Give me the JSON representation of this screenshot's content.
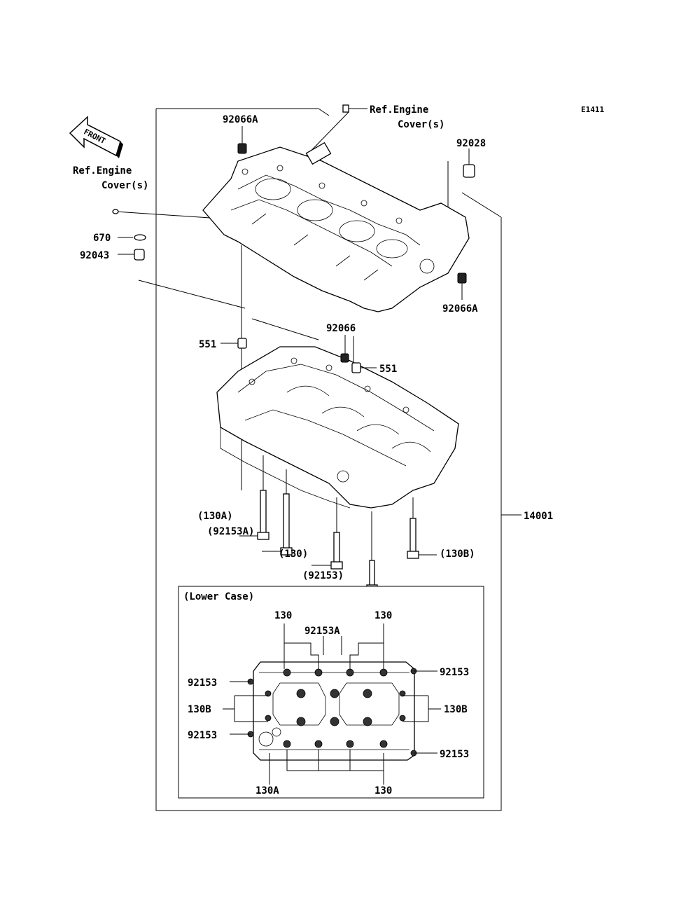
{
  "diagram_code": "E1411",
  "front_arrow": {
    "label": "FRONT"
  },
  "callouts": {
    "ref_engine_cover_top": "Ref.Engine\nCover(s)",
    "ref_engine_cover_left": "Ref.Engine\nCover(s)",
    "p92066A_top": "92066A",
    "p92028": "92028",
    "p670": "670",
    "p92043": "92043",
    "p92066A_right": "92066A",
    "p92066": "92066",
    "p551_left": "551",
    "p551_right": "551",
    "p14001": "14001",
    "p130A": "(130A)",
    "p92153A": "(92153A)",
    "p130": "(130)",
    "p130B": "(130B)",
    "p92153": "(92153)"
  },
  "lower_case": {
    "title": "(Lower Case)",
    "labels": {
      "top_130_left": "130",
      "top_130_right": "130",
      "top_92153A": "92153A",
      "left_92153_top": "92153",
      "left_130B": "130B",
      "left_92153_bottom": "92153",
      "right_92153_top": "92153",
      "right_130B": "130B",
      "right_92153_bottom": "92153",
      "bottom_130A": "130A",
      "bottom_130": "130"
    }
  }
}
